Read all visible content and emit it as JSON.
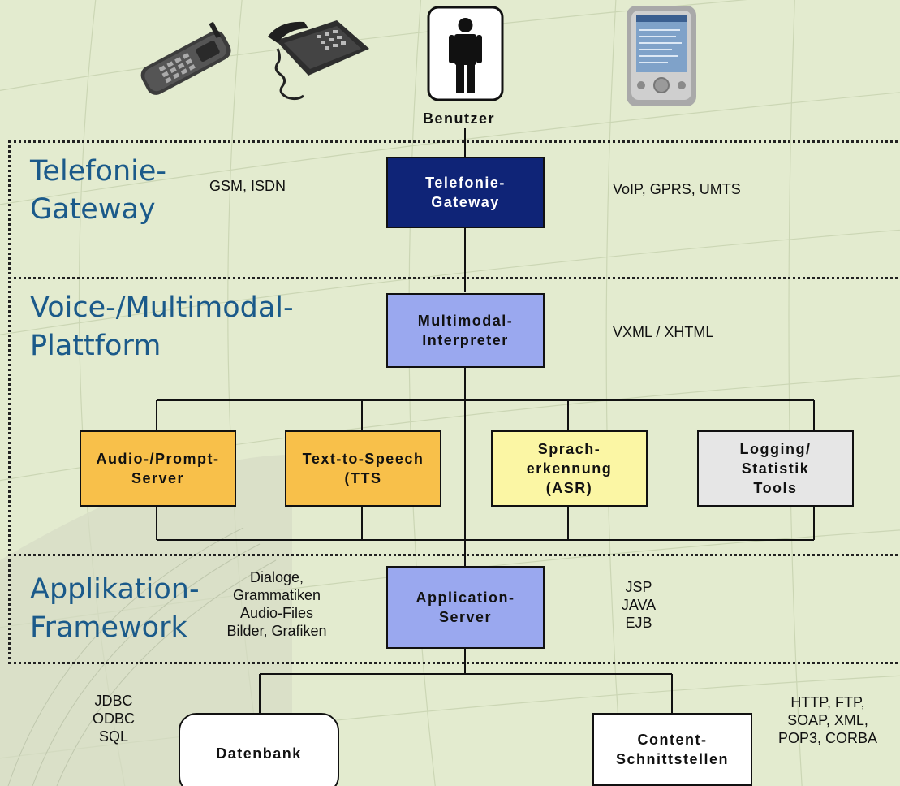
{
  "user": {
    "label": "Benutzer"
  },
  "layers": [
    {
      "title": "Telefonie-\nGateway"
    },
    {
      "title": "Voice-/Multimodal-\nPlattform"
    },
    {
      "title": "Applikation-\nFramework"
    }
  ],
  "notes": {
    "gsm_isdn": "GSM, ISDN",
    "voip": "VoIP, GPRS, UMTS",
    "vxml": "VXML / XHTML",
    "dialoge": "Dialoge,\nGrammatiken\nAudio-Files\nBilder, Grafiken",
    "jsp": "JSP\nJAVA\nEJB",
    "jdbc": "JDBC\nODBC\nSQL",
    "http": "HTTP, FTP,\nSOAP, XML,\nPOP3, CORBA"
  },
  "boxes": {
    "telefonie_gateway": "Telefonie-\nGateway",
    "multimodal_interpreter": "Multimodal-\nInterpreter",
    "audio_prompt": "Audio-/Prompt-\nServer",
    "tts": "Text-to-Speech\n(TTS",
    "asr": "Sprach-\nerkennung\n(ASR)",
    "logging": "Logging/\nStatistik\nTools",
    "application_server": "Application-\nServer",
    "datenbank": "Datenbank",
    "content": "Content-\nSchnittstellen"
  },
  "colors": {
    "background": "#e3ebcf",
    "layer_title": "#1b5a8a",
    "gateway_box": "#0f2477",
    "platform_box": "#9aa8ef",
    "server_box": "#f8c04a",
    "asr_box": "#fbf6a4",
    "logging_box": "#e6e6e6"
  },
  "icons": [
    "mobile-phone-icon",
    "desk-phone-icon",
    "user-icon",
    "pda-icon"
  ]
}
